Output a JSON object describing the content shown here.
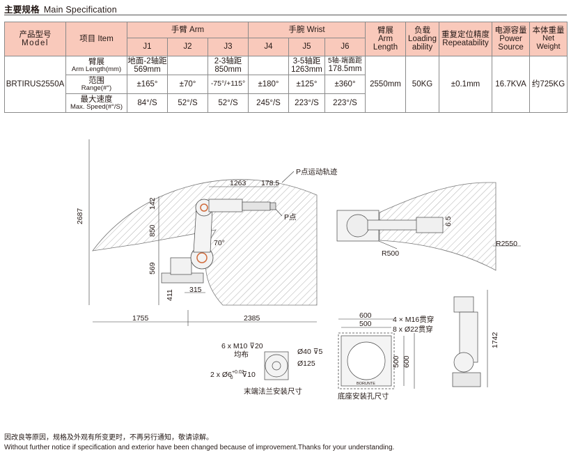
{
  "header": {
    "title_cn": "主要规格",
    "title_en": "Main Specification"
  },
  "table": {
    "h_model_cn": "产品型号",
    "h_model_en": "Model",
    "h_item": "项目 Item",
    "h_arm": "手臂 Arm",
    "h_wrist": "手腕 Wrist",
    "h_reach_cn": "臂展",
    "h_reach_en": "Arm Length",
    "h_load_cn": "负载",
    "h_load_en": "Loading ability",
    "h_repeat_cn": "重复定位精度",
    "h_repeat_en": "Repeatability",
    "h_power_cn": "电源容量",
    "h_power_en": "Power Source",
    "h_weight_cn": "本体重量",
    "h_weight_en": "Net Weight",
    "joints": [
      "J1",
      "J2",
      "J3",
      "J4",
      "J5",
      "J6"
    ],
    "model": "BRTIRUS2550A",
    "rows": [
      {
        "label_cn": "臂展",
        "label_en": "Arm Length(mm)",
        "values": [
          {
            "a": "地面-2轴距",
            "b": "569mm"
          },
          {
            "a": "",
            "b": ""
          },
          {
            "a": "2-3轴距",
            "b": "850mm"
          },
          {
            "a": "",
            "b": ""
          },
          {
            "a": "3-5轴距",
            "b": "1263mm"
          },
          {
            "a": "5轴-端面距",
            "b": "178.5mm"
          }
        ]
      },
      {
        "label_cn": "范围",
        "label_en": "Range(#°)",
        "values": [
          "±165°",
          "±70°",
          "-75°/+115°",
          "±180°",
          "±125°",
          "±360°"
        ]
      },
      {
        "label_cn": "最大速度",
        "label_en": "Max. Speed(#°/S)",
        "values": [
          "84°/S",
          "52°/S",
          "52°/S",
          "245°/S",
          "223°/S",
          "223°/S"
        ]
      }
    ],
    "arm_length": "2550mm",
    "load": "50KG",
    "repeatability": "±0.1mm",
    "power": "16.7KVA",
    "weight": "约725KG"
  },
  "side_view": {
    "dim_2687": "2687",
    "dim_1263": "1263",
    "dim_1785": "178.5",
    "dim_142": "142",
    "dim_850": "850",
    "dim_569": "569",
    "dim_411": "411",
    "dim_315": "315",
    "dim_1755": "1755",
    "dim_2385": "2385",
    "angle": "70°",
    "p_path": "P点运动轨迹",
    "p_point": "P点"
  },
  "top_view": {
    "r500": "R500",
    "r2550": "R2550",
    "dim_65": "6.5"
  },
  "front_view": {
    "dim_1742": "1742"
  },
  "flange": {
    "holes": "6 x M10",
    "depth": "20",
    "even": "均布",
    "pin": "2 x Ø6",
    "pin_tol_up": "+0.02",
    "pin_tol_dn": "0",
    "pin_depth": "10",
    "d40": "Ø40",
    "d40_depth": "5",
    "d125": "Ø125",
    "caption": "末端法兰安装尺寸"
  },
  "base": {
    "d600": "600",
    "d500": "500",
    "v500": "500",
    "v600": "600",
    "bolt": "4 × M16贯穿",
    "holes": "8 x Ø22贯穿",
    "caption": "底座安装孔尺寸",
    "brand": "BORUNTE"
  },
  "footer": {
    "cn": "因改良等原因，规格及外观有所变更时，不再另行通知，敬请谅解。",
    "en": "Without further notice if specification and exterior have been changed because of improvement.Thanks for your understanding."
  }
}
